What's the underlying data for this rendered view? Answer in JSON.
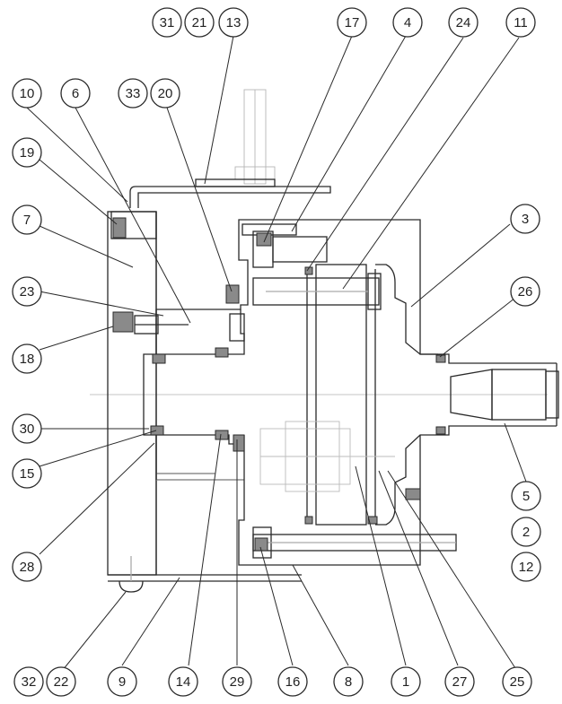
{
  "diagram": {
    "callouts": [
      {
        "id": "31",
        "label": "31"
      },
      {
        "id": "21",
        "label": "21"
      },
      {
        "id": "13",
        "label": "13"
      },
      {
        "id": "17",
        "label": "17"
      },
      {
        "id": "4",
        "label": "4"
      },
      {
        "id": "24",
        "label": "24"
      },
      {
        "id": "11",
        "label": "11"
      },
      {
        "id": "10",
        "label": "10"
      },
      {
        "id": "6",
        "label": "6"
      },
      {
        "id": "33",
        "label": "33"
      },
      {
        "id": "20",
        "label": "20"
      },
      {
        "id": "19",
        "label": "19"
      },
      {
        "id": "7",
        "label": "7"
      },
      {
        "id": "3",
        "label": "3"
      },
      {
        "id": "26",
        "label": "26"
      },
      {
        "id": "23",
        "label": "23"
      },
      {
        "id": "18",
        "label": "18"
      },
      {
        "id": "30",
        "label": "30"
      },
      {
        "id": "15",
        "label": "15"
      },
      {
        "id": "28",
        "label": "28"
      },
      {
        "id": "5",
        "label": "5"
      },
      {
        "id": "2",
        "label": "2"
      },
      {
        "id": "12",
        "label": "12"
      },
      {
        "id": "32",
        "label": "32"
      },
      {
        "id": "22",
        "label": "22"
      },
      {
        "id": "9",
        "label": "9"
      },
      {
        "id": "14",
        "label": "14"
      },
      {
        "id": "29",
        "label": "29"
      },
      {
        "id": "16",
        "label": "16"
      },
      {
        "id": "8",
        "label": "8"
      },
      {
        "id": "1",
        "label": "1"
      },
      {
        "id": "27",
        "label": "27"
      },
      {
        "id": "25",
        "label": "25"
      }
    ]
  },
  "colors": {
    "line": "#2a2a2a",
    "light_line": "#9a9a9a",
    "hatch_fill": "#8a8a8a",
    "background": "#ffffff"
  }
}
